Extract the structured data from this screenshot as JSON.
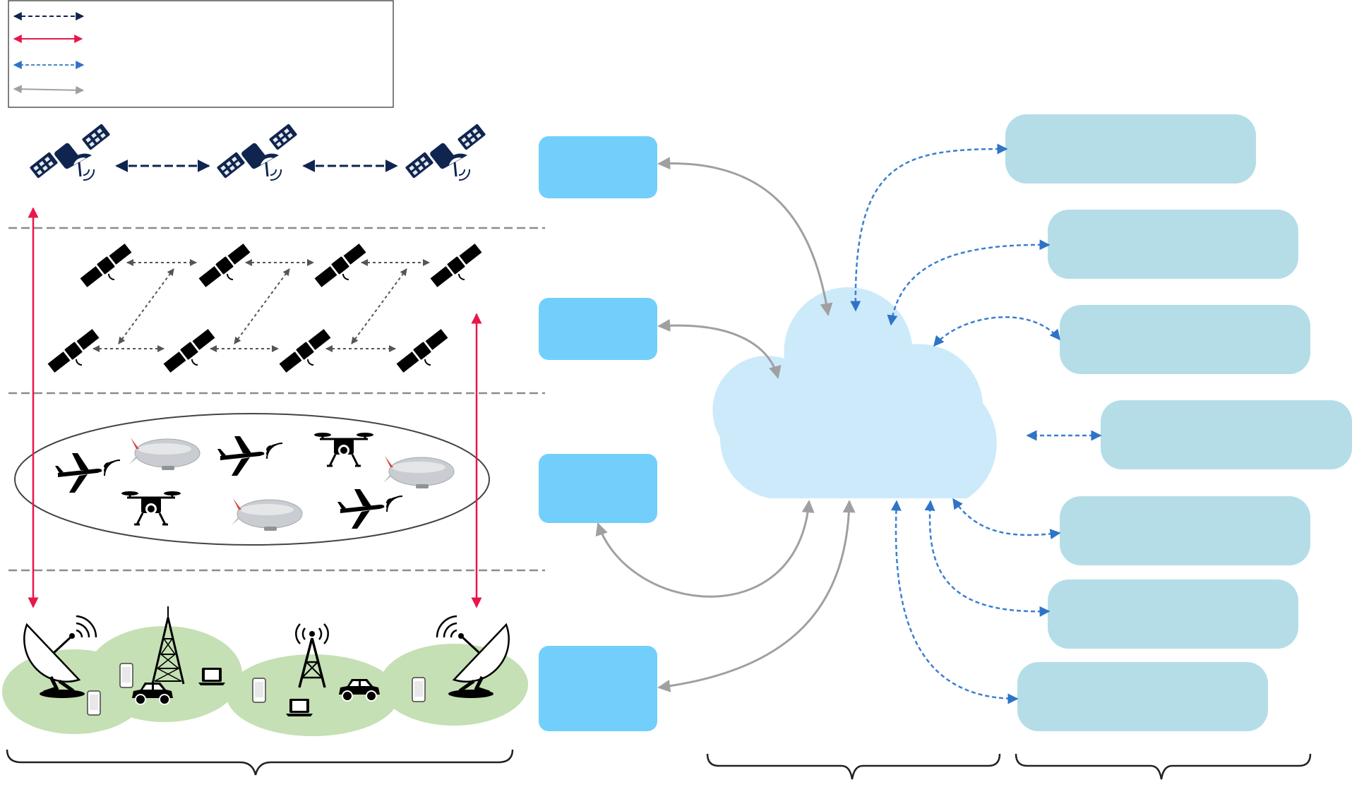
{
  "legend": {
    "entries": [
      {
        "style": "dashed",
        "color": "#0f2550",
        "label": ""
      },
      {
        "style": "solid",
        "color": "#e8174a",
        "label": ""
      },
      {
        "style": "dashed",
        "color": "#4b86c8",
        "label": ""
      },
      {
        "style": "solid",
        "color": "#a0a0a0",
        "label": ""
      }
    ]
  },
  "layers": {
    "geo_satellites": {
      "label": "",
      "icon": "satellite-dish-icon",
      "count": 3,
      "color": "#0f2550"
    },
    "leo_satellites": {
      "label": "",
      "icon": "satellite-icon",
      "count": 8,
      "color": "#000000"
    },
    "aerial_platforms": {
      "label": "",
      "icons": [
        "airplane-icon",
        "airship-icon",
        "drone-icon"
      ]
    },
    "ground": {
      "label": "",
      "icons": [
        "ground-station-dish-icon",
        "cell-tower-icon",
        "smartphone-icon",
        "laptop-icon",
        "car-icon"
      ]
    }
  },
  "mid_boxes": [
    {
      "label": ""
    },
    {
      "label": ""
    },
    {
      "label": ""
    },
    {
      "label": ""
    }
  ],
  "cloud": {
    "label": "",
    "color": "#cdeafb"
  },
  "right_boxes": [
    {
      "label": ""
    },
    {
      "label": ""
    },
    {
      "label": ""
    },
    {
      "label": ""
    },
    {
      "label": ""
    },
    {
      "label": ""
    },
    {
      "label": ""
    }
  ],
  "braces": [
    {
      "label": ""
    },
    {
      "label": ""
    },
    {
      "label": ""
    }
  ],
  "colors": {
    "mid_box": "#72cffb",
    "right_box": "#b5dde8",
    "ground_coverage": "#c5e0b4",
    "inter_sat_link": "#0f2550",
    "feeder_link": "#e8174a",
    "service_link": "#4b86c8",
    "backhaul_link": "#a0a0a0"
  }
}
